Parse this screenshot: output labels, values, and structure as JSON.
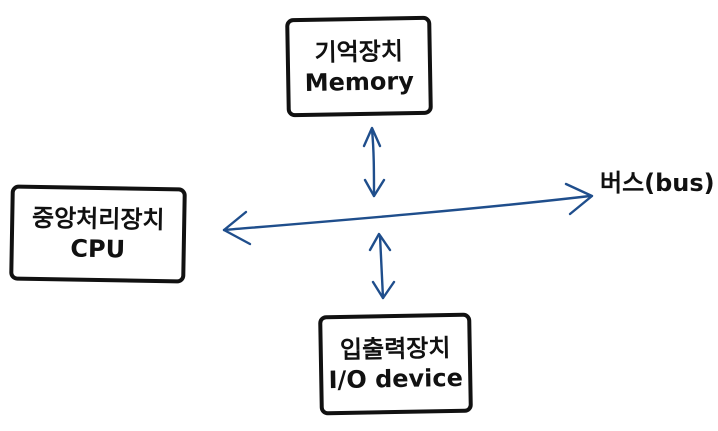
{
  "diagram": {
    "nodes": {
      "memory": {
        "line1": "기억장치",
        "line2": "Memory"
      },
      "cpu": {
        "line1": "중앙처리장치",
        "line2": "CPU"
      },
      "io": {
        "line1": "입출력장치",
        "line2": "I/O device"
      }
    },
    "bus_label": "버스(bus)"
  },
  "colors": {
    "stroke": "#111111",
    "arrow": "#1f4e8c",
    "background": "#ffffff"
  }
}
